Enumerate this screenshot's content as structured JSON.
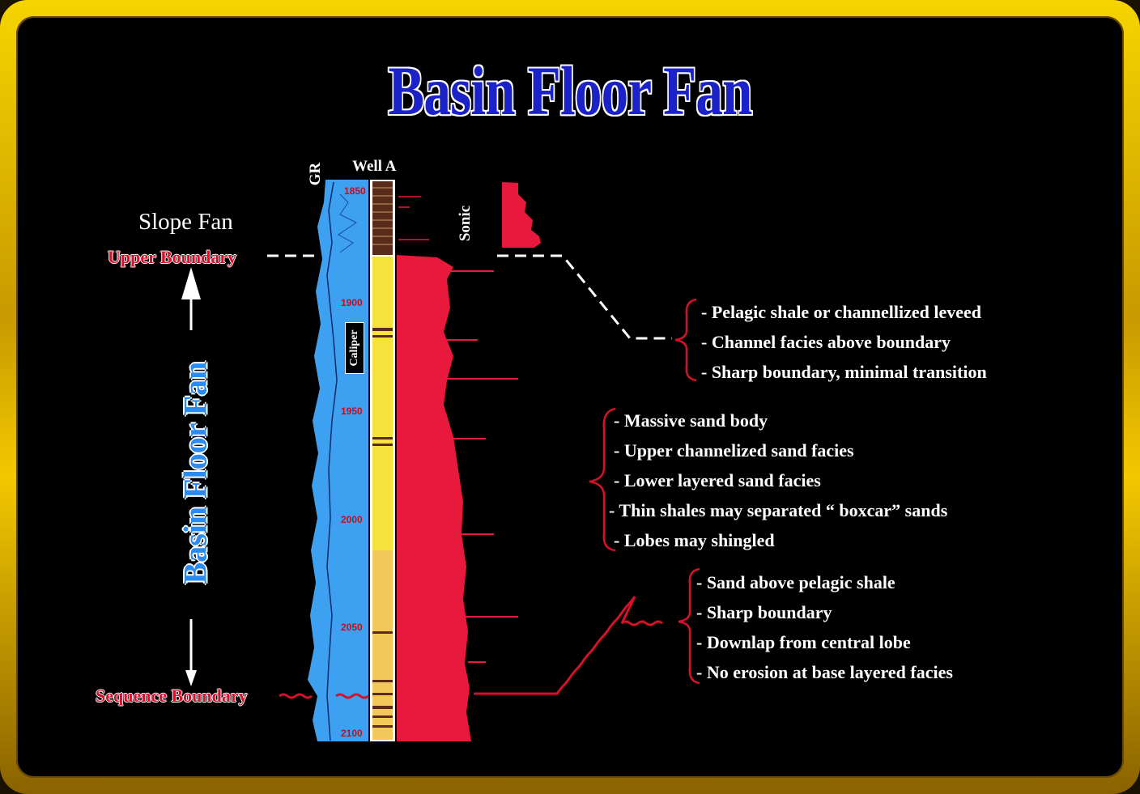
{
  "title": "Basin Floor Fan",
  "labels": {
    "slope_fan": "Slope Fan",
    "upper_boundary": "Upper Boundary",
    "sequence_boundary": "Sequence Boundary",
    "basin_floor_fan_vertical": "Basin Floor Fan",
    "gr": "GR",
    "well": "Well A",
    "sonic": "Sonic",
    "caliper": "Caliper"
  },
  "depth_ticks": [
    "1850",
    "1900",
    "1950",
    "2000",
    "2050",
    "2100"
  ],
  "groups": {
    "upper": [
      "- Pelagic shale or channellized leveed",
      "- Channel facies above boundary",
      "- Sharp boundary, minimal transition"
    ],
    "middle": [
      "- Massive sand body",
      "- Upper channelized sand facies",
      "- Lower layered sand facies",
      "- Thin shales may separated  “ boxcar”  sands",
      "- Lobes may shingled"
    ],
    "lower": [
      "- Sand above pelagic shale",
      "- Sharp boundary",
      "- Downlap from central lobe",
      "- No erosion at base layered facies"
    ]
  },
  "colors": {
    "title": "#1a22c8",
    "gr_log": "#3ea0f0",
    "sonic_log": "#e8193c",
    "sand": "#f5e23a",
    "boundary_red": "#d4102a",
    "frame": "#f2c800"
  }
}
